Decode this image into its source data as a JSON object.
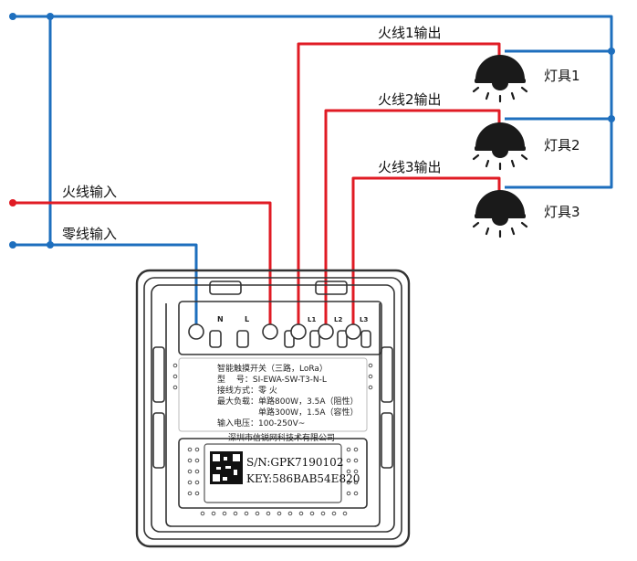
{
  "wires": {
    "live_in": "火线输入",
    "neutral_in": "零线输入",
    "out1": "火线1输出",
    "out2": "火线2输出",
    "out3": "火线3输出"
  },
  "lamps": [
    {
      "label": "灯具1"
    },
    {
      "label": "灯具2"
    },
    {
      "label": "灯具3"
    }
  ],
  "terminals": {
    "n": "N",
    "l": "L",
    "l1": "L1",
    "l2": "L2",
    "l3": "L3"
  },
  "device_label": {
    "line1": "智能触摸开关（三路，LoRa）",
    "line2": "型　 号：SI-EWA-SW-T3-N-L",
    "line3": "接线方式：零 火",
    "line4": "最大负载：单路800W，3.5A（阻性）",
    "line5": "　　　　　单路300W，1.5A（容性）",
    "line6": "输入电压：100-250V~",
    "company": "深圳市信锐网科技术有限公司"
  },
  "qr": {
    "sn": "S/N:GPK7190102",
    "key": "KEY:586BAB54E820"
  },
  "colors": {
    "live": "#e01b24",
    "neutral": "#1e6fbe",
    "outline": "#333333",
    "lamp": "#1a1a1a"
  }
}
